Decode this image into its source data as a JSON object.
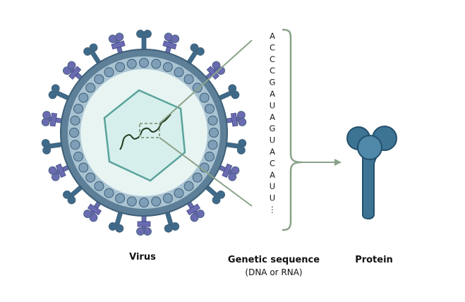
{
  "labels": {
    "virus": "Virus",
    "genetic_sequence": "Genetic sequence",
    "genetic_sequence_sub": "(DNA or RNA)",
    "protein": "Protein"
  },
  "sequence": [
    "A",
    "C",
    "C",
    "C",
    "G",
    "A",
    "U",
    "A",
    "G",
    "U",
    "A",
    "C",
    "A",
    "U",
    "U",
    "⋮"
  ],
  "colors": {
    "envelope": "#5d7f97",
    "envelope_dark": "#3e5f78",
    "interior": "#e7f4f2",
    "capsid_fill": "#d6efec",
    "capsid_stroke": "#5aa39b",
    "bead": "#7f9fb8",
    "spike_blue": "#3f6a8a",
    "spike_purple": "#6a6bb0",
    "connector": "#8aa38a",
    "rna": "#1e3a1e",
    "protein": "#3d7493",
    "protein_dark": "#24506b"
  }
}
